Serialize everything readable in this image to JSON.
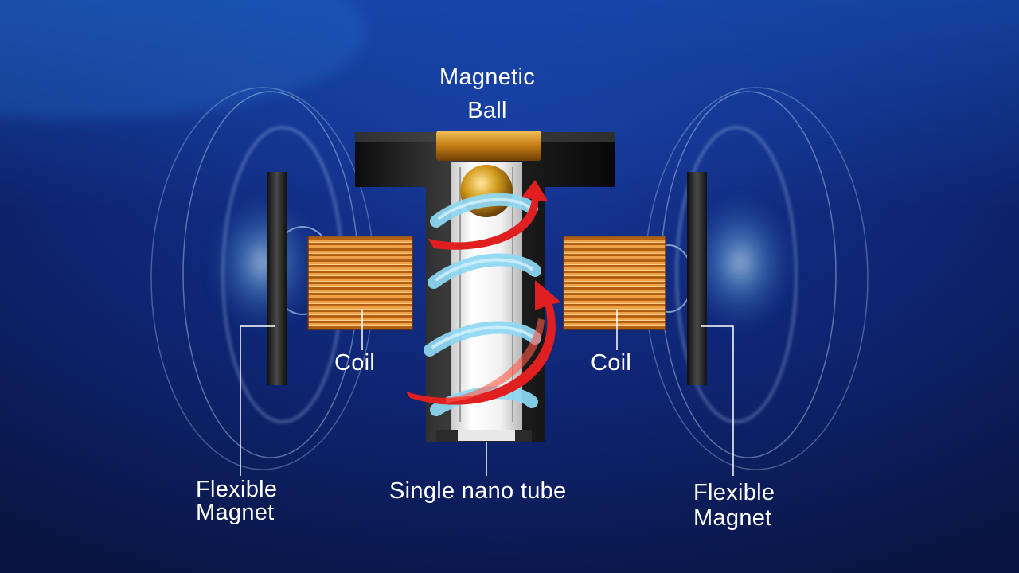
{
  "labels": {
    "magnetic_ball": [
      "Magnetic",
      "Ball"
    ],
    "coil_left": "Coil",
    "coil_right": "Coil",
    "tube": "Single nano tube",
    "flexible_magnet_left": [
      "Flexible",
      "Magnet"
    ],
    "flexible_magnet_right": [
      "Flexible",
      "Magnet"
    ]
  },
  "colors": {
    "background_top": "#0a2e8a",
    "background_bottom": "#0b1848",
    "coil": "#c8701c",
    "housing": "#1a1a1a",
    "tube": "#ffffff",
    "ball": "#d4a020",
    "swirl_blue": "#8ed8f4",
    "swirl_red": "#e02020",
    "leader_line": "#ffffff"
  }
}
